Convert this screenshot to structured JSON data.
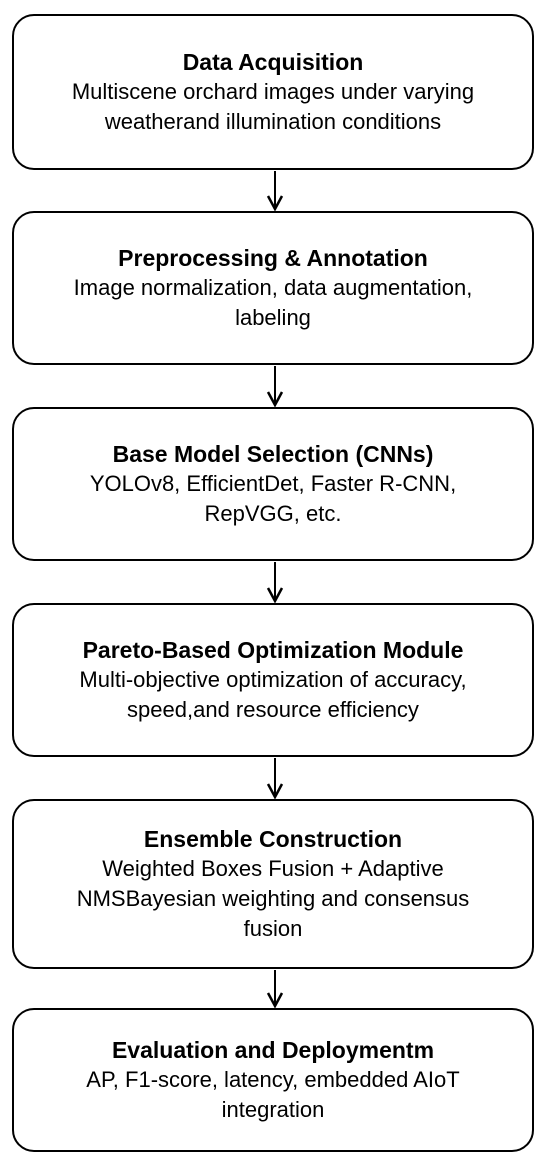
{
  "steps": [
    {
      "title": "Data Acquisition",
      "lines": [
        "Multiscene orchard images under varying",
        "weatherand illumination conditions"
      ]
    },
    {
      "title": "Preprocessing & Annotation",
      "lines": [
        "Image normalization, data augmentation,",
        "labeling"
      ]
    },
    {
      "title": "Base Model Selection (CNNs)",
      "lines": [
        "YOLOv8, EfficientDet, Faster R-CNN,",
        "RepVGG, etc."
      ]
    },
    {
      "title": "Pareto-Based Optimization Module",
      "lines": [
        "Multi-objective optimization of accuracy,",
        "speed,and resource efficiency"
      ]
    },
    {
      "title": "Ensemble Construction",
      "lines": [
        "Weighted Boxes Fusion + Adaptive",
        "NMSBayesian weighting and consensus",
        "fusion"
      ]
    },
    {
      "title": "Evaluation and Deploymentm",
      "lines": [
        "AP, F1-score, latency, embedded AIoT",
        "integration"
      ]
    }
  ]
}
